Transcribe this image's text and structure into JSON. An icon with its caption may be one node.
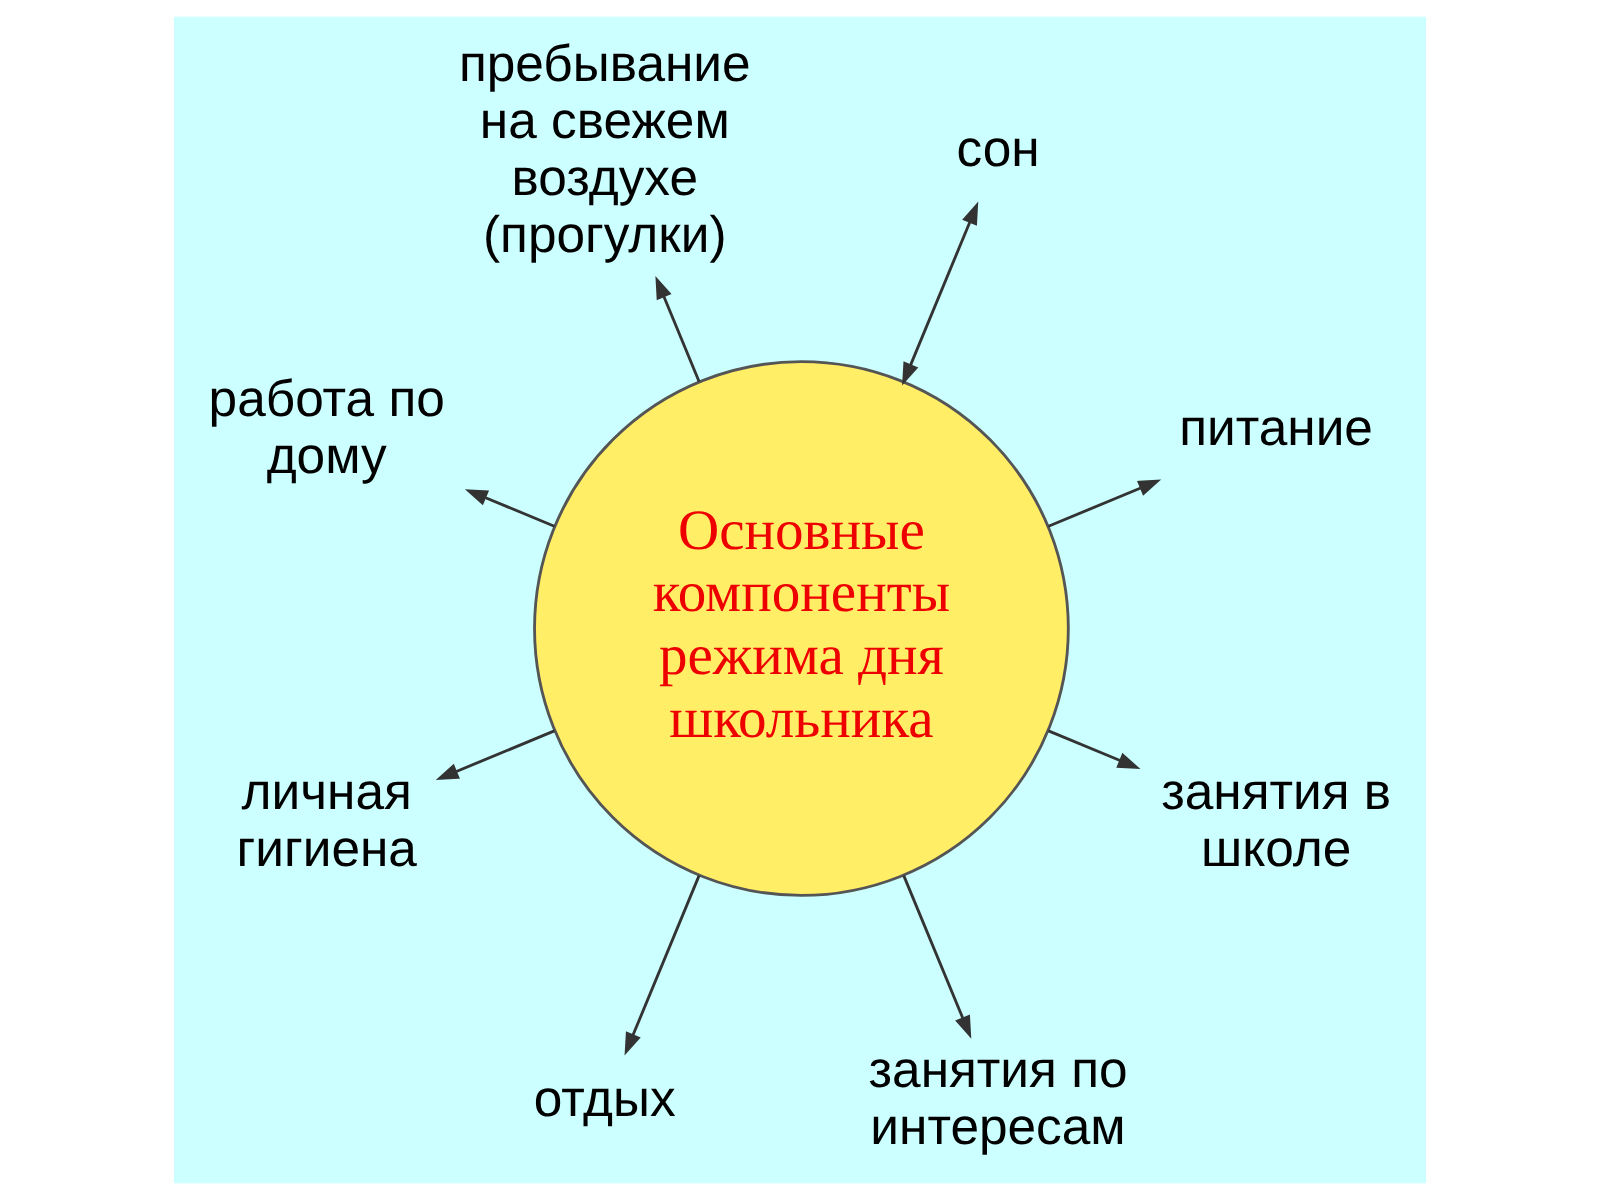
{
  "diagram": {
    "nodes": [
      {
        "text": [
          "Основные компоненты режима дня школьника"
        ]
      },
      {
        "text": [
          "питание"
        ]
      },
      {
        "text": [
          "сон"
        ]
      },
      {
        "text": [
          "занятия в школе"
        ]
      },
      {
        "text": [
          "пребывание на свежем воздухе (прогулки)"
        ]
      },
      {
        "text": [
          "занятия по интересам"
        ]
      },
      {
        "text": [
          "работа по дому"
        ]
      },
      {
        "text": [
          "личная гигиена"
        ]
      },
      {
        "text": [
          "отдых"
        ]
      }
    ],
    "edges": [
      {
        "from": 0,
        "to": 1,
        "arrow": "to"
      },
      {
        "from": 0,
        "to": 3,
        "arrow": "to"
      },
      {
        "from": 0,
        "to": 5,
        "arrow": "to"
      },
      {
        "from": 0,
        "to": 8,
        "arrow": "to"
      },
      {
        "from": 0,
        "to": 7,
        "arrow": "to"
      },
      {
        "from": 0,
        "to": 6,
        "arrow": "to"
      },
      {
        "from": 0,
        "to": 4,
        "arrow": "to"
      },
      {
        "from": 0,
        "to": 2,
        "arrow": "both"
      }
    ]
  }
}
